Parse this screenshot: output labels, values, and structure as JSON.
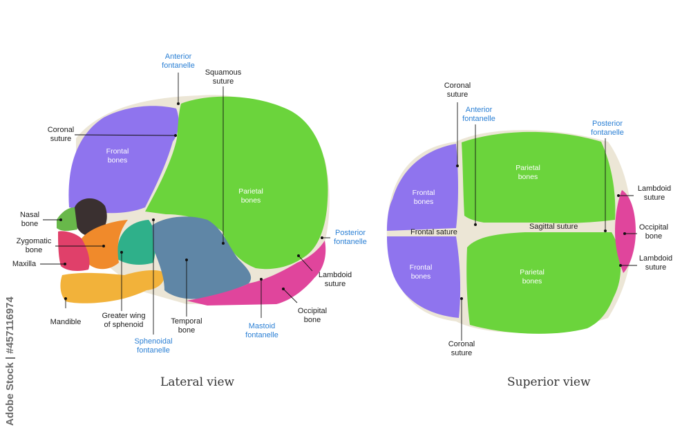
{
  "colors": {
    "frontal": "#8f74ee",
    "parietal": "#6bd43c",
    "temporal": "#5f86a6",
    "occipital": "#e0459c",
    "zygomatic": "#f08a2b",
    "maxilla": "#e0406a",
    "mandible": "#f2b23a",
    "sphenoid": "#2fb08a",
    "nasal": "#68b84a",
    "fontanelle": "#ece6d6",
    "label_blue": "#2a7fd4"
  },
  "lateral": {
    "view_title": "Lateral view",
    "labels": {
      "anterior_fontanelle": "Anterior\nfontanelle",
      "squamous_suture": "Squamous\nsuture",
      "coronal_suture": "Coronal\nsuture",
      "nasal_bone": "Nasal\nbone",
      "zygomatic_bone": "Zygomatic\nbone",
      "maxilla": "Maxilla",
      "mandible": "Mandible",
      "greater_wing": "Greater wing\nof sphenoid",
      "sphenoidal_fontanelle": "Sphenoidal\nfontanelle",
      "temporal_bone": "Temporal\nbone",
      "mastoid_fontanelle": "Mastoid\nfontanelle",
      "occipital_bone": "Occipital\nbone",
      "lambdoid_suture": "Lambdoid\nsuture",
      "posterior_fontanelle": "Posterior\nfontanelle"
    },
    "bone_text": {
      "frontal": "Frontal\nbones",
      "parietal": "Parietal\nbones"
    }
  },
  "superior": {
    "view_title": "Superior view",
    "labels": {
      "coronal_suture_top": "Coronal\nsuture",
      "anterior_fontanelle": "Anterior\nfontanelle",
      "posterior_fontanelle": "Posterior\nfontanelle",
      "lambdoid_suture_top": "Lambdoid\nsuture",
      "occipital_bone": "Occipital\nbone",
      "lambdoid_suture_bottom": "Lambdoid\nsuture",
      "sagittal_suture": "Sagittal suture",
      "frontal_suture": "Frontal sature",
      "coronal_suture_bottom": "Coronal\nsuture"
    },
    "bone_text": {
      "frontal_top": "Frontal\nbones",
      "frontal_bottom": "Frontal\nbones",
      "parietal_top": "Parietal\nbones",
      "parietal_bottom": "Parietal\nbones"
    }
  },
  "watermark": {
    "stock_id": "Adobe Stock | #457116974"
  }
}
